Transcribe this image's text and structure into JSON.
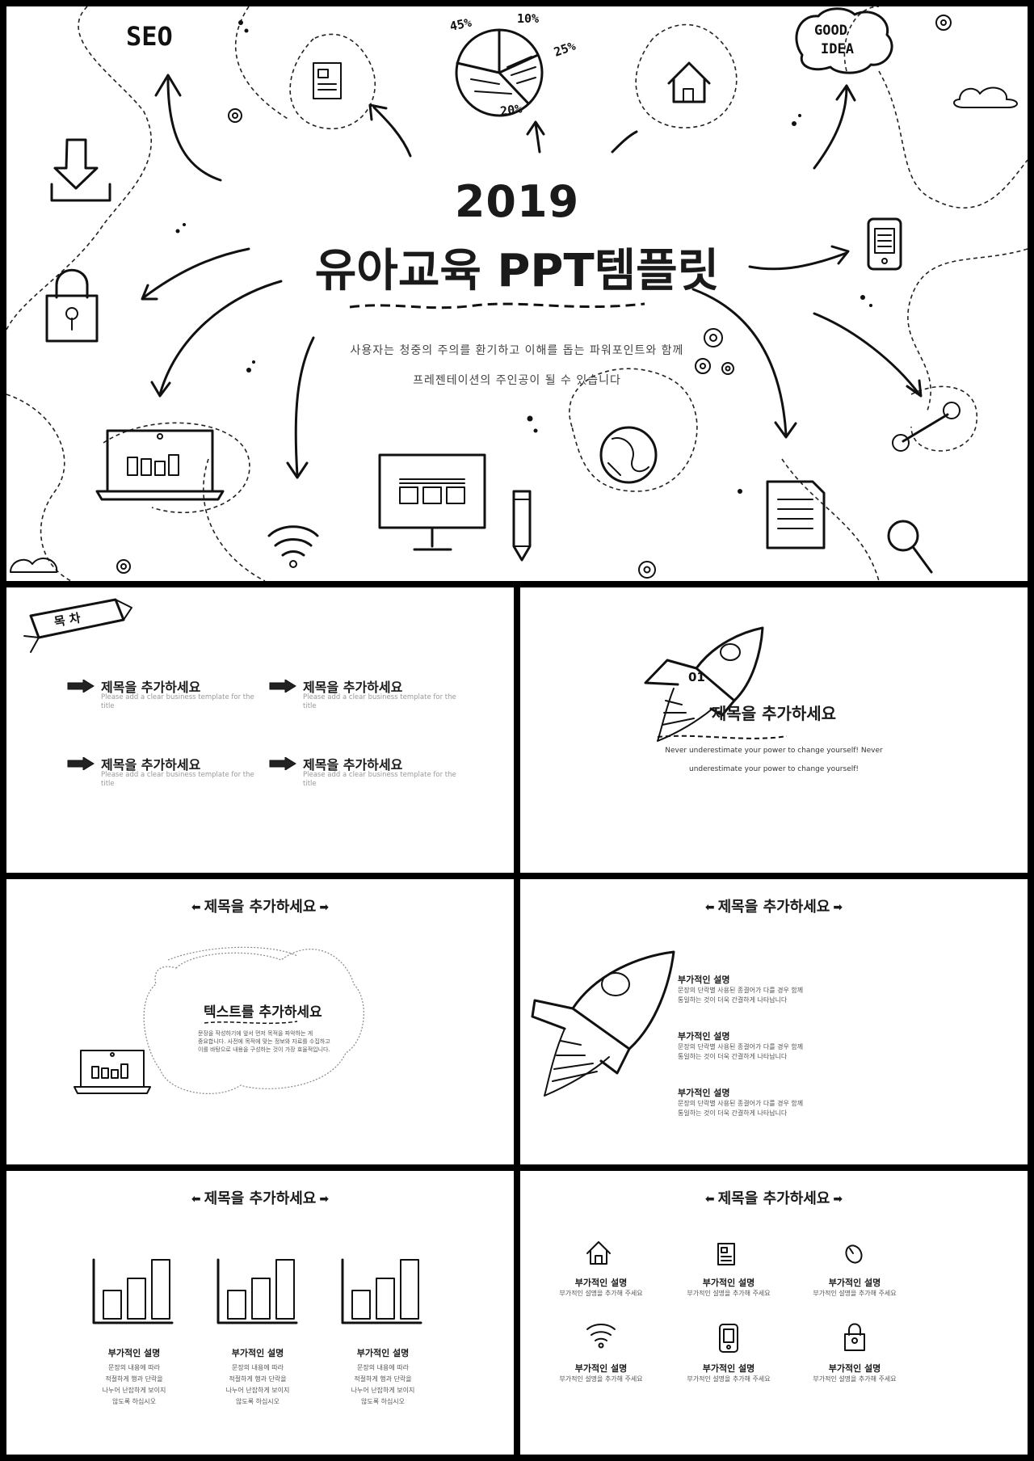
{
  "cover": {
    "year": "2019",
    "title": "유아교육 PPT템플릿",
    "subtitle_line1": "사용자는 청중의 주의를 환기하고 이해를 돕는 파워포인트와 함께",
    "subtitle_line2": "프레젠테이션의 주인공이 될 수 있습니다",
    "doodle_text": {
      "seo": "SEO",
      "good_idea_1": "GOOD",
      "good_idea_2": "IDEA",
      "pie_45": "45%",
      "pie_10": "10%",
      "pie_25": "25%",
      "pie_20": "20%"
    },
    "pie_values": [
      45,
      10,
      25,
      20
    ]
  },
  "toc": {
    "banner": "목 차",
    "items": [
      {
        "title": "제목을 추가하세요",
        "desc": "Please add a clear business template for the title"
      },
      {
        "title": "제목을 추가하세요",
        "desc": "Please add a clear business template for the title"
      },
      {
        "title": "제목을 추가하세요",
        "desc": "Please add a clear business template for the title"
      },
      {
        "title": "제목을 추가하세요",
        "desc": "Please add a clear business template for the title"
      }
    ]
  },
  "section": {
    "number": "01",
    "title": "제목을 추가하세요",
    "desc_line1": "Never underestimate your power to change yourself! Never",
    "desc_line2": "underestimate your power to change yourself!"
  },
  "slide4": {
    "title": "제목을 추가하세요",
    "heading": "텍스트를 추가하세요",
    "body_line1": "문장을 작성하기에 앞서 먼저 목적을 파악하는 게",
    "body_line2": "중요합니다. 사전에 목적에 맞는 정보와 자료를 수집하고",
    "body_line3": "이를 바탕으로 내용을 구성하는 것이 가장 효율적입니다."
  },
  "slide5": {
    "title": "제목을 추가하세요",
    "items": [
      {
        "label": "부가적인 설명",
        "line1": "문장의 단락별 사용된 종결어가 다를 경우 함께",
        "line2": "통일하는 것이 더욱 간결하게 나타납니다"
      },
      {
        "label": "부가적인 설명",
        "line1": "문장의 단락별 사용된 종결어가 다를 경우 함께",
        "line2": "통일하는 것이 더욱 간결하게 나타납니다"
      },
      {
        "label": "부가적인 설명",
        "line1": "문장의 단락별 사용된 종결어가 다를 경우 함께",
        "line2": "통일하는 것이 더욱 간결하게 나타납니다"
      }
    ]
  },
  "slide6": {
    "title": "제목을 추가하세요",
    "items": [
      {
        "label": "부가적인 설명",
        "lines": [
          "문장의 내용에 따라",
          "적절하게 행과 단락을",
          "나누어 난잡하게 보이지",
          "않도록 하십시오"
        ]
      },
      {
        "label": "부가적인 설명",
        "lines": [
          "문장의 내용에 따라",
          "적절하게 행과 단락을",
          "나누어 난잡하게 보이지",
          "않도록 하십시오"
        ]
      },
      {
        "label": "부가적인 설명",
        "lines": [
          "문장의 내용에 따라",
          "적절하게 행과 단락을",
          "나누어 난잡하게 보이지",
          "않도록 하십시오"
        ]
      }
    ]
  },
  "slide7": {
    "title": "제목을 추가하세요",
    "items": [
      {
        "icon": "house-icon",
        "label": "부가적인 설명",
        "desc": "부가적인 설명을 추가해 주세요"
      },
      {
        "icon": "document-icon",
        "label": "부가적인 설명",
        "desc": "부가적인 설명을 추가해 주세요"
      },
      {
        "icon": "mouse-icon",
        "label": "부가적인 설명",
        "desc": "부가적인 설명을 추가해 주세요"
      },
      {
        "icon": "wifi-icon",
        "label": "부가적인 설명",
        "desc": "부가적인 설명을 추가해 주세요"
      },
      {
        "icon": "phone-icon",
        "label": "부가적인 설명",
        "desc": "부가적인 설명을 추가해 주세요"
      },
      {
        "icon": "lock-icon",
        "label": "부가적인 설명",
        "desc": "부가적인 설명을 추가해 주세요"
      }
    ]
  }
}
